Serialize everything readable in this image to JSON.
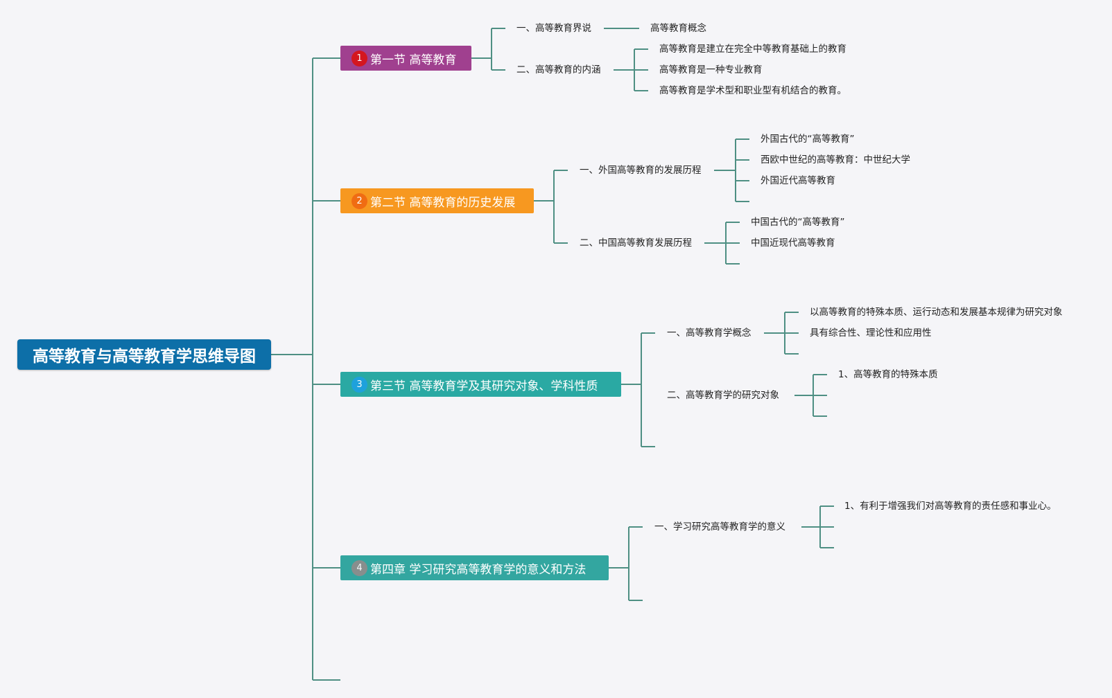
{
  "root": {
    "label": "高等教育与高等教育学思维导图"
  },
  "colors": {
    "root": "#0d6fa8",
    "connector": "#4e8f83",
    "s1": "#a0408f",
    "s2": "#f79820",
    "s3": "#2aa9a3",
    "s4": "#33a6a0"
  },
  "sections": [
    {
      "badge": "1",
      "label": "第一节 高等教育",
      "badge_color": "#d7141a",
      "children": [
        {
          "label": "一、高等教育界说",
          "children": [
            "高等教育概念"
          ]
        },
        {
          "label": "二、高等教育的内涵",
          "children": [
            "高等教育是建立在完全中等教育基础上的教育",
            "高等教育是一种专业教育",
            "高等教育是学术型和职业型有机结合的教育。"
          ]
        }
      ]
    },
    {
      "badge": "2",
      "label": "第二节 高等教育的历史发展",
      "badge_color": "#f06a13",
      "children": [
        {
          "label": "一、外国高等教育的发展历程",
          "children": [
            "外国古代的“高等教育”",
            "西欧中世纪的高等教育：中世纪大学",
            "外国近代高等教育"
          ]
        },
        {
          "label": "二、中国高等教育发展历程",
          "children": [
            "中国古代的“高等教育”",
            "中国近现代高等教育"
          ]
        }
      ]
    },
    {
      "badge": "3",
      "label": "第三节 高等教育学及其研究对象、学科性质",
      "badge_color": "#1ea1e0",
      "children": [
        {
          "label": "一、高等教育学概念",
          "children": [
            "以高等教育的特殊本质、运行动态和发展基本规律为研究对象",
            "具有综合性、理论性和应用性"
          ]
        },
        {
          "label": "二、高等教育学的研究对象",
          "children": [
            "1、高等教育的特殊本质"
          ]
        }
      ]
    },
    {
      "badge": "4",
      "label": "第四章 学习研究高等教育学的意义和方法",
      "badge_color": "#8d8d8d",
      "children": [
        {
          "label": "一、学习研究高等教育学的意义",
          "children": [
            "1、有利于增强我们对高等教育的责任感和事业心。"
          ]
        }
      ]
    }
  ]
}
